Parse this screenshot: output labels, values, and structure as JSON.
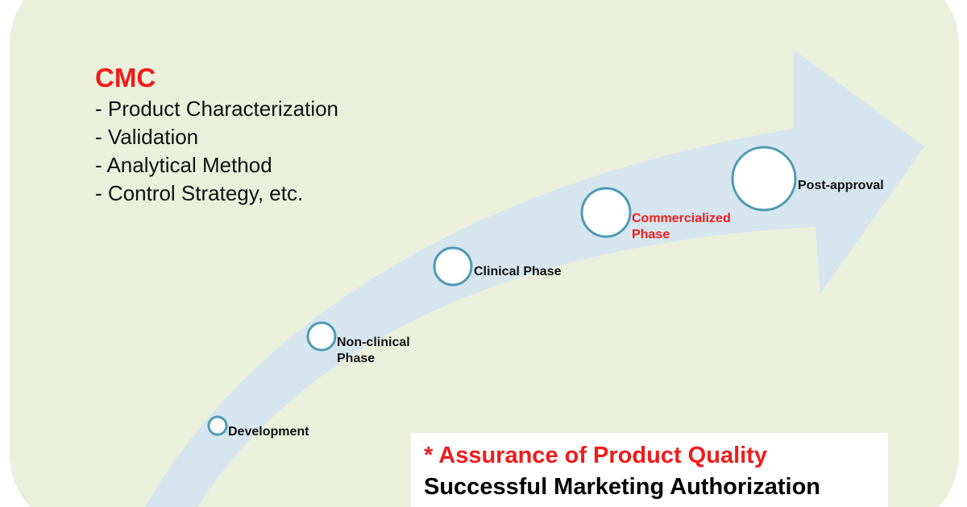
{
  "colors": {
    "panel": "#eaf0dc",
    "arrow": "#d6e5ee",
    "circle_border": "#4e9bb4",
    "accent_red": "#ee1c1c",
    "text": "#111111"
  },
  "cmc": {
    "title": "CMC",
    "items": [
      "- Product Characterization",
      "- Validation",
      "- Analytical Method",
      "- Control Strategy, etc."
    ]
  },
  "stages": [
    {
      "lines": [
        "Development"
      ],
      "highlight": false
    },
    {
      "lines": [
        "Non-clinical",
        "Phase"
      ],
      "highlight": false
    },
    {
      "lines": [
        "Clinical Phase"
      ],
      "highlight": false
    },
    {
      "lines": [
        "Commercialized",
        "Phase"
      ],
      "highlight": true
    },
    {
      "lines": [
        "Post-approval"
      ],
      "highlight": false
    }
  ],
  "quality_box": {
    "line1": "* Assurance of Product Quality",
    "line2": "Successful Marketing Authorization"
  }
}
